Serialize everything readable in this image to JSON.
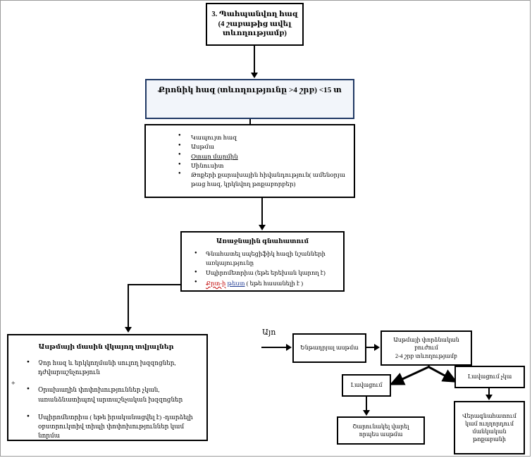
{
  "diagram": {
    "title": "Chronic cough management flowchart (Armenian)",
    "colors": {
      "accent_navy": "#1f3864",
      "accent_fill": "#f2f5fa",
      "spell_red": "#c00000",
      "spell_blue": "#1f3a93",
      "border_black": "#000000"
    },
    "nodes": {
      "top": {
        "line1": "3. Պահպանվող հազ",
        "line2": "(4 շաբաթից ավել",
        "line3": "տևողությամբ)"
      },
      "chronic": {
        "text": "Քրոնիկ հազ (տևողությունը >4 շրբ) <15 տ"
      },
      "differential": {
        "items": [
          "Կապույտ հազ",
          "Ասթմա",
          "Օտար մարմին",
          "Սինուսիտ",
          "Թոքերի քարախային հիվանդություն( ամենօրյա թաց հազ, կրկնվող թոքաբորբեր)"
        ],
        "underlined_index": 2
      },
      "initial": {
        "title": "Առաջնային գնահատում",
        "items": [
          "Գնահատել սպեցիֆիկ հազի նշանների առկայությունը",
          "Սպիրոմետրիա (եթե երեխան կարող է)",
          "Քրտ-ի թեստ ( եթե հասանելի է )"
        ],
        "last_item_prefix_red": "Քրտ-ի",
        "last_item_prefix_blue": "թեստ",
        "last_item_suffix": "( եթե հասանելի է )"
      },
      "asthma": {
        "title": "Ասթմայի մասին վկայող տվյալներ",
        "items": [
          "Չոր հազ և երկկողմանի սուլող խզզոցներ, դժվարաշնչություն",
          "Օրախաղին փոփոխություններ չկան, առանձնատիպով արտաշնչական խզզոցներ",
          "Սպիրոմետրիա ( եթե իրականացվել է) -դարձելի օբստրուկտիվ տիպի փոփոխություններ կամ նորմա"
        ],
        "plus_sign": "+"
      },
      "ayo_label": "Այո",
      "suspected_asthma": "Ենթադրյալ ասթմա",
      "trial": {
        "line1": "Ասթմայի փորձնական բուժում",
        "line2": "2-4 շրբ տևողությամբ"
      },
      "improvement": "Լավացում",
      "no_improvement": "Լավացում չկա",
      "continue": {
        "line1": "Շարունակել վարել",
        "line2": "որպես ասթմա"
      },
      "reassess": {
        "line1": "Վերագնահատում",
        "line2": "կամ ուղղորդում",
        "line3": "մանկական",
        "line4": "թոքաբանի"
      }
    }
  }
}
